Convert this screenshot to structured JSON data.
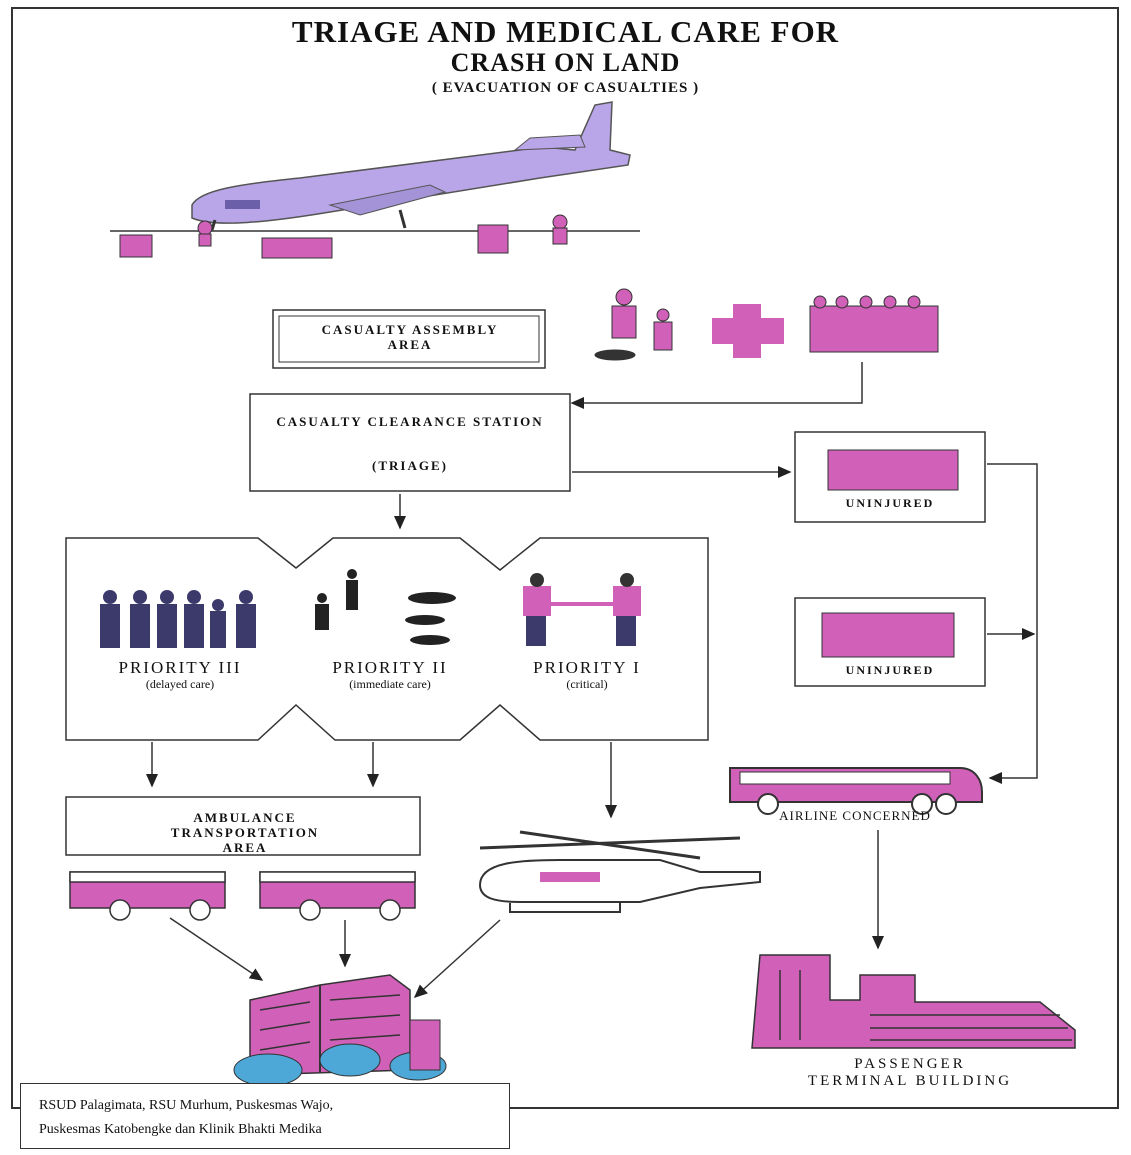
{
  "title": {
    "line1": "TRIAGE AND MEDICAL CARE FOR",
    "line2": "CRASH ON LAND",
    "line3": "( EVACUATION OF CASUALTIES )"
  },
  "boxes": {
    "casualty_assembly_area": "CASUALTY ASSEMBLY AREA",
    "casualty_clearance_station": "CASUALTY CLEARANCE STATION",
    "triage": "(TRIAGE)",
    "uninjured_1": "UNINJURED",
    "uninjured_2": "UNINJURED",
    "ambulance_transportation_area": "AMBULANCE TRANSPORTATION AREA"
  },
  "priorities": [
    {
      "label": "PRIORITY III",
      "sub": "(delayed care)"
    },
    {
      "label": "PRIORITY II",
      "sub": "(immediate care)"
    },
    {
      "label": "PRIORITY I",
      "sub": "(critical)"
    }
  ],
  "labels": {
    "airline_concerned": "AIRLINE CONCERNED",
    "passenger_terminal_line1": "PASSENGER",
    "passenger_terminal_line2": "TERMINAL BUILDING"
  },
  "hospitals_note": {
    "line1": "RSUD Palagimata, RSU Murhum, Puskesmas Wajo,",
    "line2": "Puskesmas Katobengke dan Klinik Bhakti Medika"
  },
  "colors": {
    "magenta": "#d060b8",
    "lavender": "#b9a6e8",
    "navy": "#3c3a6a",
    "dark": "#222222"
  }
}
